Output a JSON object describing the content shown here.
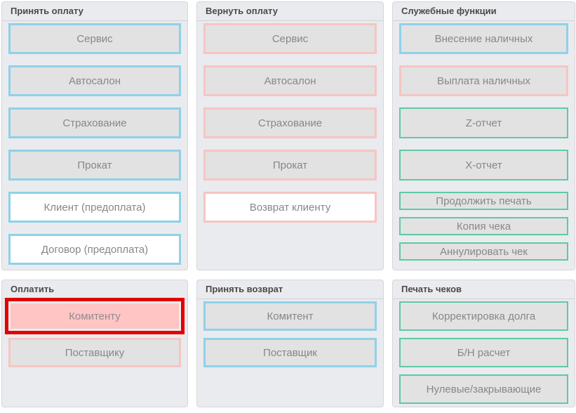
{
  "colors": {
    "page_bg": "#ffffff",
    "panel_bg": "#eaebee",
    "panel_border": "#d5d6da",
    "header_text": "#4a4a4a",
    "button_text": "#878787",
    "button_bg_gray": "#e2e2e2",
    "button_bg_white": "#ffffff",
    "accent_blue": "#8fd1e9",
    "accent_pink": "#f6c5c2",
    "accent_green": "#5fc9a4",
    "highlight_ring_red": "#e20000",
    "highlight_bg_pink": "#ffc4c4"
  },
  "panels": [
    {
      "id": "accept-payment",
      "title": "Принять оплату",
      "buttons": [
        {
          "name": "service",
          "label": "Сервис",
          "border": "blue",
          "bg": "gray",
          "size": "tall",
          "highlight": false
        },
        {
          "name": "car-dealership",
          "label": "Автосалон",
          "border": "blue",
          "bg": "gray",
          "size": "tall",
          "highlight": false
        },
        {
          "name": "insurance",
          "label": "Страхование",
          "border": "blue",
          "bg": "gray",
          "size": "tall",
          "highlight": false
        },
        {
          "name": "rental",
          "label": "Прокат",
          "border": "blue",
          "bg": "gray",
          "size": "tall",
          "highlight": false
        },
        {
          "name": "client-prepayment",
          "label": "Клиент (предоплата)",
          "border": "blue",
          "bg": "white",
          "size": "tall",
          "highlight": false
        },
        {
          "name": "contract-prepayment",
          "label": "Договор (предоплата)",
          "border": "blue",
          "bg": "white",
          "size": "tall",
          "highlight": false
        }
      ]
    },
    {
      "id": "refund-payment",
      "title": "Вернуть оплату",
      "buttons": [
        {
          "name": "service-refund",
          "label": "Сервис",
          "border": "pink",
          "bg": "gray",
          "size": "tall",
          "highlight": false
        },
        {
          "name": "car-dealership-refund",
          "label": "Автосалон",
          "border": "pink",
          "bg": "gray",
          "size": "tall",
          "highlight": false
        },
        {
          "name": "insurance-refund",
          "label": "Страхование",
          "border": "pink",
          "bg": "gray",
          "size": "tall",
          "highlight": false
        },
        {
          "name": "rental-refund",
          "label": "Прокат",
          "border": "pink",
          "bg": "gray",
          "size": "tall",
          "highlight": false
        },
        {
          "name": "refund-to-client",
          "label": "Возврат клиенту",
          "border": "pink",
          "bg": "white",
          "size": "tall",
          "highlight": false
        }
      ]
    },
    {
      "id": "service-functions",
      "title": "Служебные функции",
      "buttons": [
        {
          "name": "cash-deposit",
          "label": "Внесение наличных",
          "border": "blue",
          "bg": "gray",
          "size": "tall",
          "highlight": false
        },
        {
          "name": "cash-payout",
          "label": "Выплата наличных",
          "border": "pink",
          "bg": "gray",
          "size": "tall",
          "highlight": false
        },
        {
          "name": "z-report",
          "label": "Z-отчет",
          "border": "green",
          "bg": "gray",
          "size": "tall",
          "highlight": false
        },
        {
          "name": "x-report",
          "label": "X-отчет",
          "border": "green",
          "bg": "gray",
          "size": "tall",
          "highlight": false
        },
        {
          "name": "continue-printing",
          "label": "Продолжить печать",
          "border": "green",
          "bg": "gray",
          "size": "short",
          "highlight": false
        },
        {
          "name": "receipt-copy",
          "label": "Копия чека",
          "border": "green",
          "bg": "gray",
          "size": "short",
          "highlight": false
        },
        {
          "name": "void-receipt",
          "label": "Аннулировать чек",
          "border": "green",
          "bg": "gray",
          "size": "short",
          "highlight": false
        }
      ]
    },
    {
      "id": "pay",
      "title": "Оплатить",
      "buttons": [
        {
          "name": "pay-to-consignor",
          "label": "Комитенту",
          "border": "none",
          "bg": "highlight",
          "size": "tall",
          "highlight": true
        },
        {
          "name": "pay-to-supplier",
          "label": "Поставщику",
          "border": "pink",
          "bg": "gray",
          "size": "tall",
          "highlight": false
        }
      ]
    },
    {
      "id": "accept-return",
      "title": "Принять возврат",
      "buttons": [
        {
          "name": "return-consignor",
          "label": "Комитент",
          "border": "blue",
          "bg": "gray",
          "size": "tall",
          "highlight": false
        },
        {
          "name": "return-supplier",
          "label": "Поставщик",
          "border": "blue",
          "bg": "gray",
          "size": "tall",
          "highlight": false
        }
      ]
    },
    {
      "id": "print-receipts",
      "title": "Печать чеков",
      "buttons": [
        {
          "name": "debt-correction",
          "label": "Корректировка долга",
          "border": "green",
          "bg": "gray",
          "size": "tall",
          "highlight": false
        },
        {
          "name": "cashless-payment",
          "label": "Б/Н расчет",
          "border": "green",
          "bg": "gray",
          "size": "tall",
          "highlight": false
        },
        {
          "name": "zero-closing-receipts",
          "label": "Нулевые/закрывающие",
          "border": "green",
          "bg": "gray",
          "size": "tall",
          "highlight": false
        }
      ]
    }
  ]
}
